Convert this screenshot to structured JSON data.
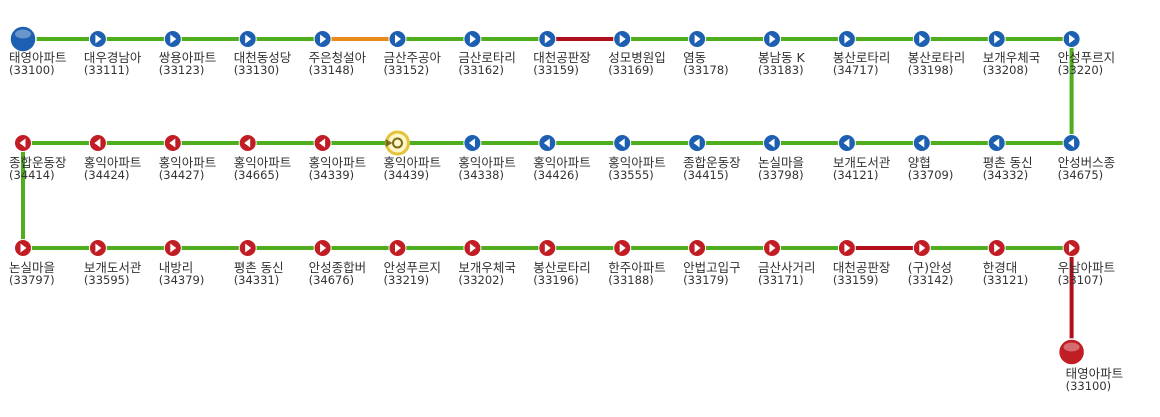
{
  "colors": {
    "line_green": "#4fae1e",
    "line_orange": "#e98a1b",
    "line_red": "#b20f1c",
    "marker_blue": "#1d5fb0",
    "marker_red": "#c11d24",
    "marker_yellow": "#e6c23a"
  },
  "route": {
    "row1": [
      {
        "name": "태영아파트",
        "code": "(33100)",
        "marker": "start-blue-icon"
      },
      {
        "name": "대우경남아",
        "code": "(33111)",
        "marker": "right-arrow-icon"
      },
      {
        "name": "쌍용아파트",
        "code": "(33123)",
        "marker": "right-arrow-icon"
      },
      {
        "name": "대천동성당",
        "code": "(33130)",
        "marker": "right-arrow-icon"
      },
      {
        "name": "주은청설아",
        "code": "(33148)",
        "marker": "right-arrow-icon"
      },
      {
        "name": "금산주공아",
        "code": "(33152)",
        "marker": "right-arrow-icon"
      },
      {
        "name": "금산로타리",
        "code": "(33162)",
        "marker": "right-arrow-icon"
      },
      {
        "name": "대천공판장",
        "code": "(33159)",
        "marker": "right-arrow-icon"
      },
      {
        "name": "성모병원입",
        "code": "(33169)",
        "marker": "right-arrow-icon"
      },
      {
        "name": "염동",
        "code": "(33178)",
        "marker": "right-arrow-icon"
      },
      {
        "name": "봉남동 K",
        "code": "(33183)",
        "marker": "right-arrow-icon"
      },
      {
        "name": "봉산로타리",
        "code": "(34717)",
        "marker": "right-arrow-icon"
      },
      {
        "name": "봉산로타리",
        "code": "(33198)",
        "marker": "right-arrow-icon"
      },
      {
        "name": "보개우체국",
        "code": "(33208)",
        "marker": "right-arrow-icon"
      },
      {
        "name": "안성푸르지",
        "code": "(33220)",
        "marker": "right-arrow-icon"
      }
    ],
    "row1_segments": [
      "green",
      "green",
      "green",
      "green",
      "orange",
      "green",
      "green",
      "red",
      "green",
      "green",
      "green",
      "green",
      "green",
      "green"
    ],
    "row2": [
      {
        "name": "종합운동장",
        "code": "(34414)",
        "marker": "left-arrow-red-icon"
      },
      {
        "name": "홍익아파트",
        "code": "(34424)",
        "marker": "left-arrow-red-icon"
      },
      {
        "name": "홍익아파트",
        "code": "(34427)",
        "marker": "left-arrow-red-icon"
      },
      {
        "name": "홍익아파트",
        "code": "(34665)",
        "marker": "left-arrow-red-icon"
      },
      {
        "name": "홍익아파트",
        "code": "(34339)",
        "marker": "left-arrow-red-icon"
      },
      {
        "name": "홍익아파트",
        "code": "(34439)",
        "marker": "turnaround-icon"
      },
      {
        "name": "홍익아파트",
        "code": "(34338)",
        "marker": "left-arrow-icon"
      },
      {
        "name": "홍익아파트",
        "code": "(34426)",
        "marker": "left-arrow-icon"
      },
      {
        "name": "홍익아파트",
        "code": "(33555)",
        "marker": "left-arrow-icon"
      },
      {
        "name": "종합운동장",
        "code": "(34415)",
        "marker": "left-arrow-icon"
      },
      {
        "name": "논실마을",
        "code": "(33798)",
        "marker": "left-arrow-icon"
      },
      {
        "name": "보개도서관",
        "code": "(34121)",
        "marker": "left-arrow-icon"
      },
      {
        "name": "양협",
        "code": "(33709)",
        "marker": "left-arrow-icon"
      },
      {
        "name": "평촌 동신",
        "code": "(34332)",
        "marker": "left-arrow-icon"
      },
      {
        "name": "안성버스종",
        "code": "(34675)",
        "marker": "left-arrow-icon"
      }
    ],
    "row3": [
      {
        "name": "논실마을",
        "code": "(33797)",
        "marker": "right-arrow-red-icon"
      },
      {
        "name": "보개도서관",
        "code": "(33595)",
        "marker": "right-arrow-red-icon"
      },
      {
        "name": "내방리",
        "code": "(34379)",
        "marker": "right-arrow-red-icon"
      },
      {
        "name": "평촌 동신",
        "code": "(34331)",
        "marker": "right-arrow-red-icon"
      },
      {
        "name": "안성종합버",
        "code": "(34676)",
        "marker": "right-arrow-red-icon"
      },
      {
        "name": "안성푸르지",
        "code": "(33219)",
        "marker": "right-arrow-red-icon"
      },
      {
        "name": "보개우체국",
        "code": "(33202)",
        "marker": "right-arrow-red-icon"
      },
      {
        "name": "봉산로타리",
        "code": "(33196)",
        "marker": "right-arrow-red-icon"
      },
      {
        "name": "한주아파트",
        "code": "(33188)",
        "marker": "right-arrow-red-icon"
      },
      {
        "name": "안법고입구",
        "code": "(33179)",
        "marker": "right-arrow-red-icon"
      },
      {
        "name": "금산사거리",
        "code": "(33171)",
        "marker": "right-arrow-red-icon"
      },
      {
        "name": "대천공판장",
        "code": "(33159)",
        "marker": "right-arrow-red-icon"
      },
      {
        "name": "(구)안성",
        "code": "(33142)",
        "marker": "right-arrow-red-icon"
      },
      {
        "name": "한경대",
        "code": "(33121)",
        "marker": "right-arrow-red-icon"
      },
      {
        "name": "우남아파트",
        "code": "(33107)",
        "marker": "right-arrow-red-icon"
      }
    ],
    "row3_segments": [
      "green",
      "green",
      "green",
      "green",
      "green",
      "green",
      "green",
      "green",
      "green",
      "green",
      "green",
      "red",
      "green",
      "green"
    ],
    "end": {
      "name": "태영아파트",
      "code": "(33100)",
      "marker": "end-red-icon"
    }
  }
}
